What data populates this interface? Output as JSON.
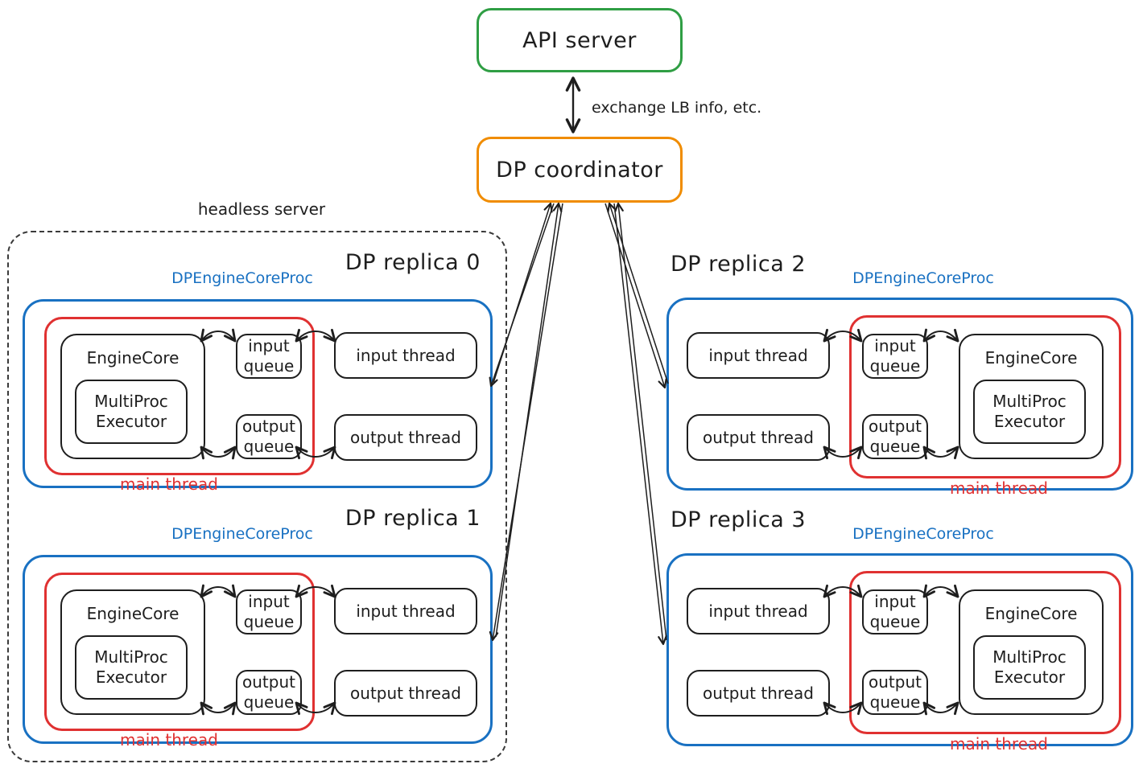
{
  "header": {
    "api_server": "API server",
    "dp_coordinator": "DP coordinator",
    "exchange_label": "exchange LB info, etc."
  },
  "headless_server_label": "headless server",
  "node_labels": {
    "proc": "DPEngineCoreProc",
    "main_thread": "main thread",
    "engine_core": "EngineCore",
    "executor": "MultiProc Executor",
    "input_queue": "input queue",
    "output_queue": "output queue",
    "input_thread": "input thread",
    "output_thread": "output thread"
  },
  "replicas": [
    {
      "title": "DP replica 0",
      "side": "left"
    },
    {
      "title": "DP replica 1",
      "side": "left"
    },
    {
      "title": "DP replica 2",
      "side": "right"
    },
    {
      "title": "DP replica 3",
      "side": "right"
    }
  ],
  "colors": {
    "api_server_border": "#2f9e44",
    "coordinator_border": "#f08c00",
    "proc_box_border": "#1971c2",
    "main_thread_border": "#e03131",
    "ink": "#1e1e1e",
    "background": "#ffffff"
  }
}
